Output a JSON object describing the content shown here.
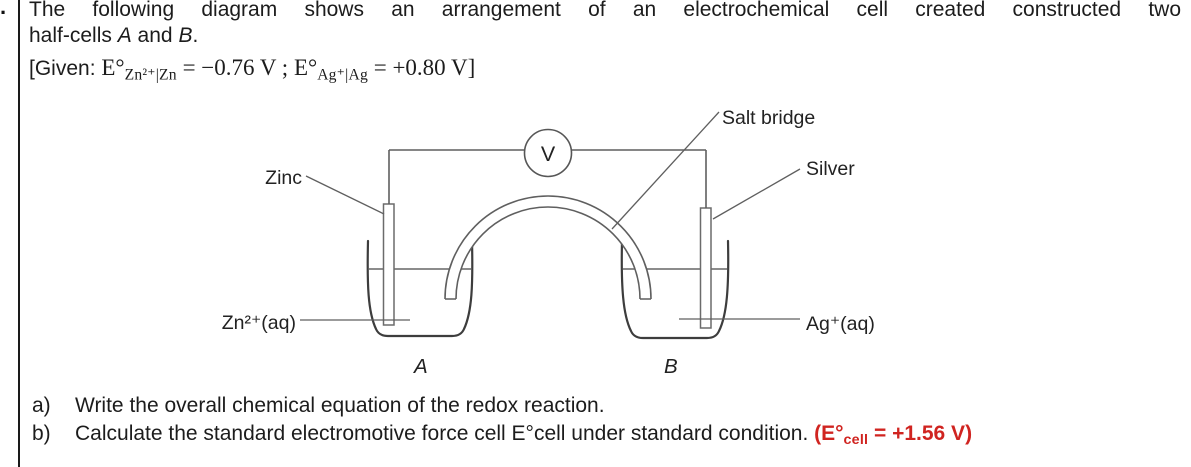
{
  "page": {
    "question_number_fragment": ".",
    "intro_line1": "The following diagram shows an arrangement of an electrochemical cell created constructed two",
    "intro_line2_pre": "half-cells ",
    "cell_a": "A",
    "intro_line2_mid": " and ",
    "cell_b": "B",
    "intro_line2_end": ".",
    "given": {
      "open": "[Given: ",
      "e1_symbol": "E°",
      "e1_sub": "Zn²⁺|Zn",
      "e1_eq": " = −0.76 V ; ",
      "e2_symbol": "E°",
      "e2_sub": "Ag⁺|Ag",
      "e2_eq": " = +0.80 V]"
    }
  },
  "diagram": {
    "voltmeter_label": "V",
    "salt_bridge_label": "Salt bridge",
    "zinc_label": "Zinc",
    "silver_label": "Silver",
    "zn_solution_label": "Zn²⁺(aq)",
    "ag_solution_label": "Ag⁺(aq)",
    "beaker_a_label": "A",
    "beaker_b_label": "B"
  },
  "questions": {
    "a_marker": "a)",
    "a_text": "Write the overall chemical equation of the redox reaction.",
    "b_marker": "b)",
    "b_text": "Calculate the standard electromotive force cell E°cell under standard condition. ",
    "b_answer_pre": "(E°",
    "b_answer_sub": "cell",
    "b_answer_post": " = +1.56 V)"
  },
  "colors": {
    "answer_red": "#d02420",
    "text": "#1c1c1c",
    "diagram_line": "#5f5f5f"
  }
}
